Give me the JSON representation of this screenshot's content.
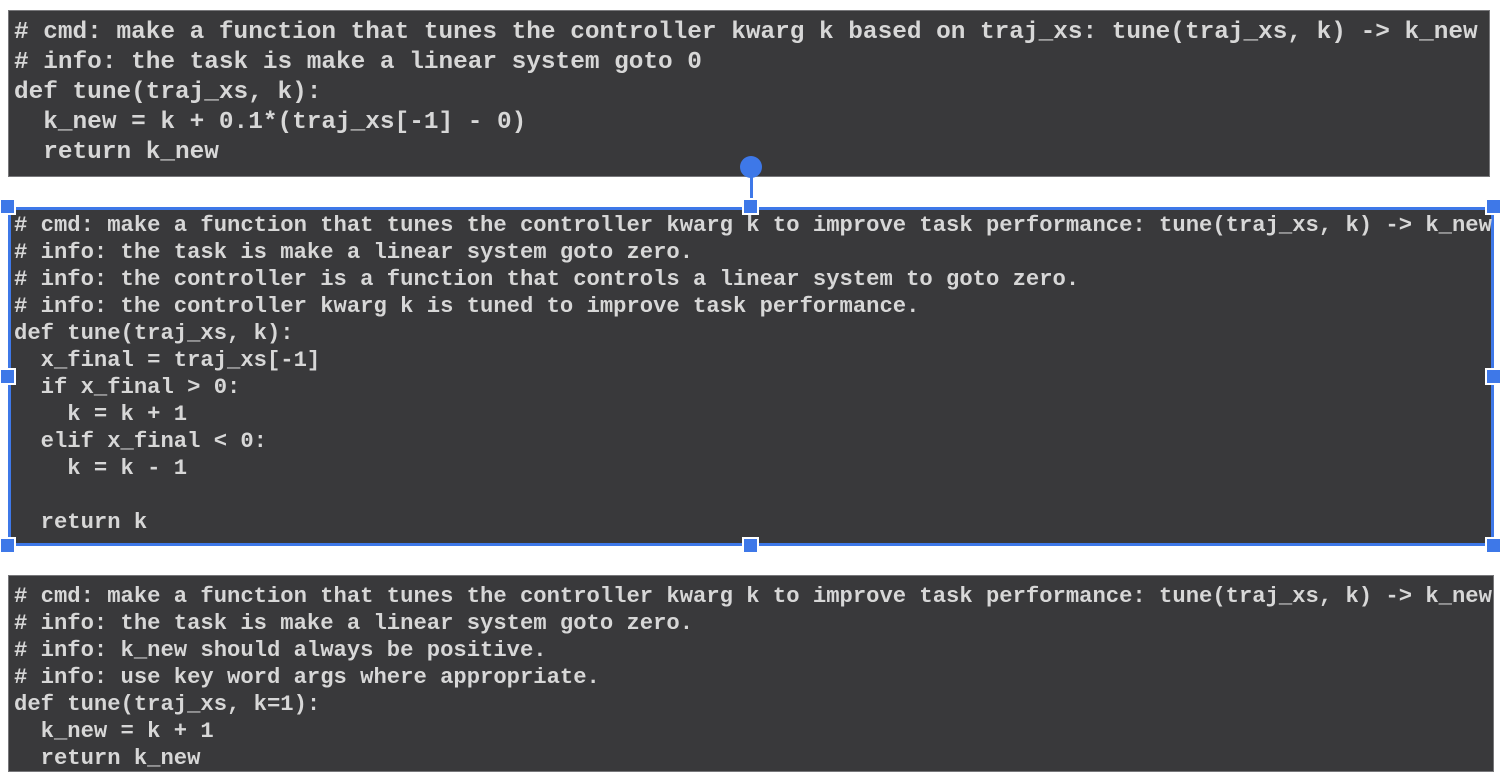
{
  "colors": {
    "canvas_background": "#ffffff",
    "block_background": "#39393b",
    "code_text": "#d7d7d7",
    "selection_accent": "#3e78e8",
    "handle_border": "#ffffff"
  },
  "blocks": [
    {
      "id": "code-block-1",
      "selected": false,
      "lines": [
        "# cmd: make a function that tunes the controller kwarg k based on traj_xs: tune(traj_xs, k) -> k_new",
        "# info: the task is make a linear system goto 0",
        "def tune(traj_xs, k):",
        "  k_new = k + 0.1*(traj_xs[-1] - 0)",
        "  return k_new"
      ]
    },
    {
      "id": "code-block-2",
      "selected": true,
      "lines": [
        "# cmd: make a function that tunes the controller kwarg k to improve task performance: tune(traj_xs, k) -> k_new",
        "# info: the task is make a linear system goto zero.",
        "# info: the controller is a function that controls a linear system to goto zero.",
        "# info: the controller kwarg k is tuned to improve task performance.",
        "def tune(traj_xs, k):",
        "  x_final = traj_xs[-1]",
        "  if x_final > 0:",
        "    k = k + 1",
        "  elif x_final < 0:",
        "    k = k - 1",
        "",
        "  return k"
      ]
    },
    {
      "id": "code-block-3",
      "selected": false,
      "lines": [
        "# cmd: make a function that tunes the controller kwarg k to improve task performance: tune(traj_xs, k) -> k_new",
        "# info: the task is make a linear system goto zero.",
        "# info: k_new should always be positive.",
        "# info: use key word args where appropriate.",
        "def tune(traj_xs, k=1):",
        "  k_new = k + 1",
        "  return k_new"
      ]
    }
  ],
  "selection": {
    "target": "code-block-2",
    "handles": [
      "top-left",
      "top-center",
      "top-right",
      "middle-left",
      "middle-right",
      "bottom-left",
      "bottom-center",
      "bottom-right"
    ],
    "rotate_handle": "rotate-handle"
  }
}
